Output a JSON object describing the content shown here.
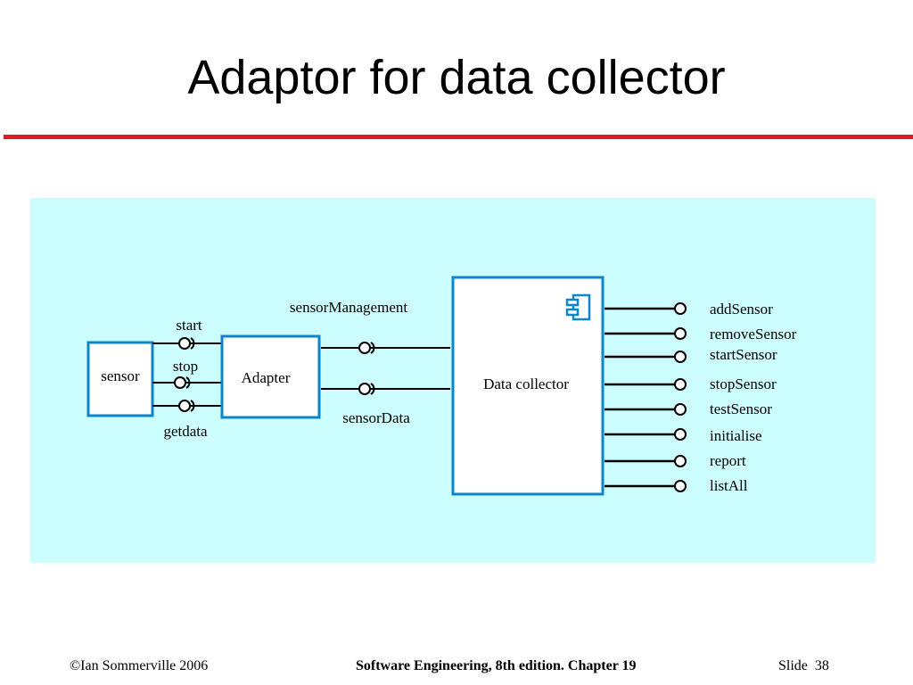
{
  "slide": {
    "title": "Adaptor for data collector",
    "accent_color": "#e0192c",
    "panel_color": "#ccfdff",
    "box_border_color": "#0c86c9"
  },
  "diagram": {
    "components": {
      "sensor": "sensor",
      "adapter": "Adapter",
      "data_collector": "Data collector"
    },
    "sensor_interfaces": [
      "start",
      "stop",
      "getdata"
    ],
    "adapter_interfaces": [
      "sensorManagement",
      "sensorData"
    ],
    "collector_operations": [
      "addSensor",
      "removeSensor",
      "startSensor",
      "stopSensor",
      "testSensor",
      "initialise",
      "report",
      "listAll"
    ],
    "component_icon": "uml-component-icon"
  },
  "footer": {
    "copyright": "©Ian Sommerville 2006",
    "book": "Software Engineering, 8th edition. Chapter 19",
    "slide_label": "Slide",
    "slide_number": "38"
  }
}
